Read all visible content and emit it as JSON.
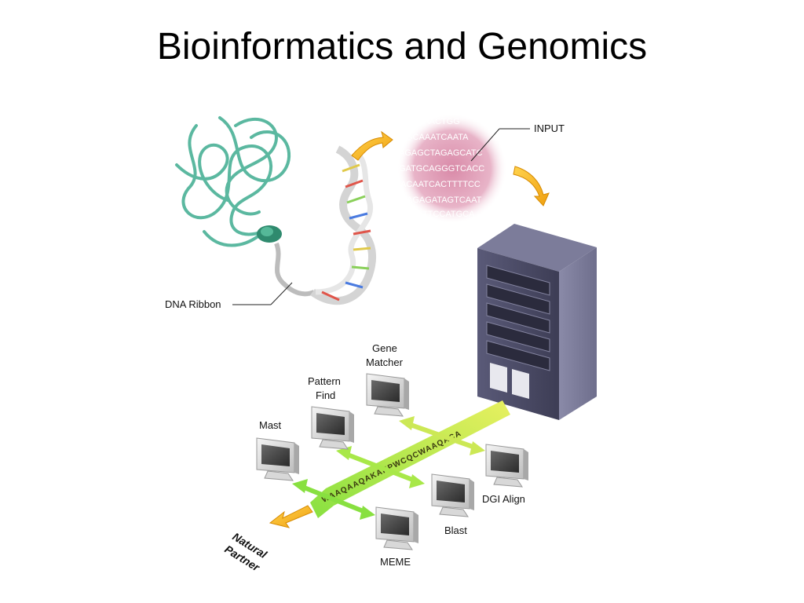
{
  "title": "Bioinformatics and Genomics",
  "diagram": {
    "dna_ribbon_label": "DNA Ribbon",
    "input_label": "INPUT",
    "sequence_lines": [
      "AAACTGG",
      "GCAAATCAATA",
      "AGAGCTAGAGCATC",
      "GATGCAGGGTCACC",
      "ACAATCACTTTTCC",
      "AGAGATAGTCAAT",
      "TTCCATGCA"
    ],
    "protein_sequence": "WAAQAAQAKAKPWCQCWAAQACA",
    "natural_partner_line1": "Natural",
    "natural_partner_line2": "Partner",
    "tools": {
      "mast": "Mast",
      "pattern_find_line1": "Pattern",
      "pattern_find_line2": "Find",
      "gene_matcher_line1": "Gene",
      "gene_matcher_line2": "Matcher",
      "dgi_align": "DGI Align",
      "blast": "Blast",
      "meme": "MEME"
    }
  }
}
